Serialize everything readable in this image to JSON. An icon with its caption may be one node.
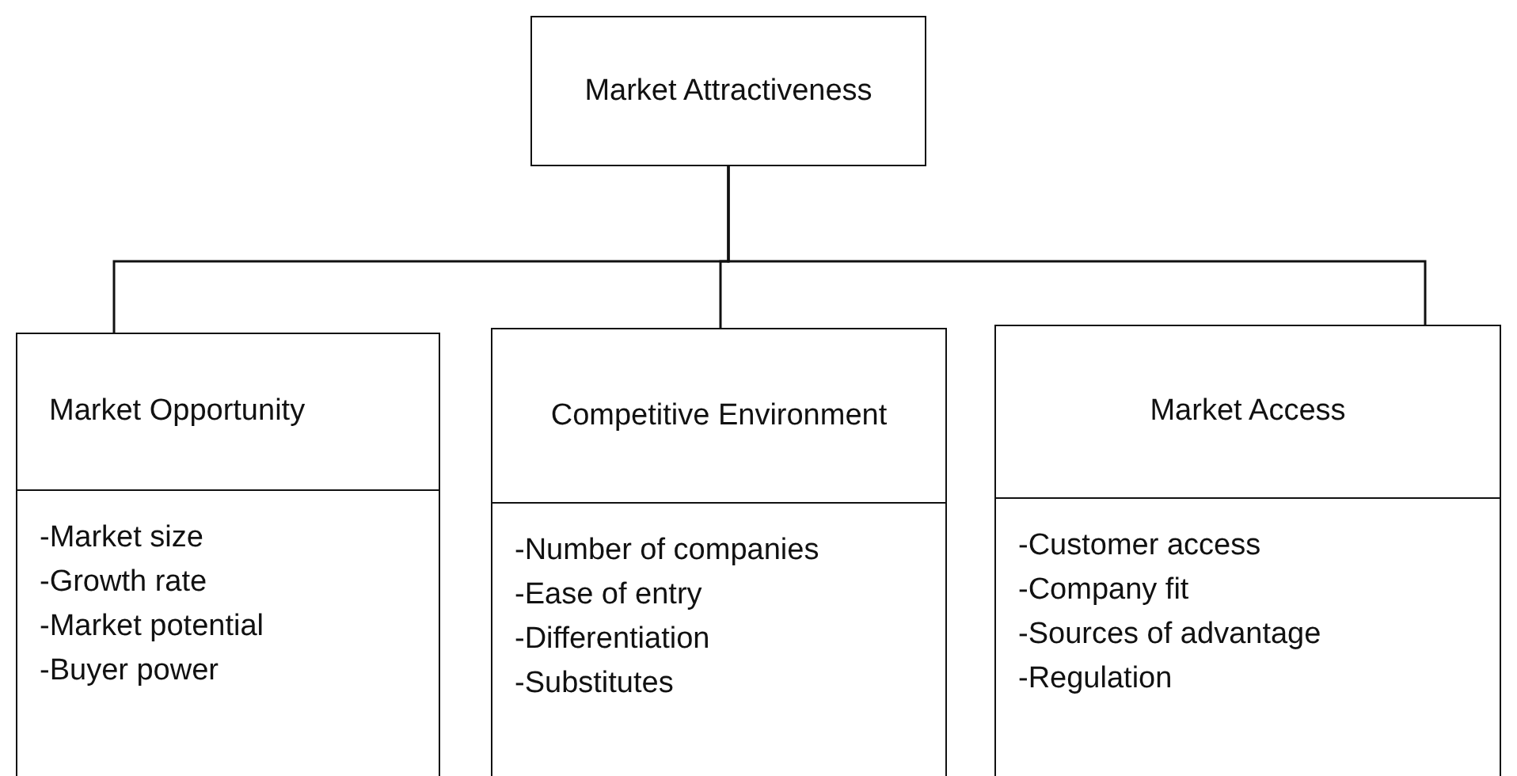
{
  "diagram": {
    "nodes": [
      {
        "text": [
          "Market Attractiveness"
        ]
      },
      {
        "text": [
          "Market Opportunity"
        ]
      },
      {
        "text": [
          "-Market size",
          "-Growth rate",
          "-Market potential",
          "-Buyer power"
        ]
      },
      {
        "text": [
          "Competitive Environment"
        ]
      },
      {
        "text": [
          "-Number of  companies",
          "-Ease of entry",
          "-Differentiation",
          "-Substitutes"
        ]
      },
      {
        "text": [
          "Market Access"
        ]
      },
      {
        "text": [
          "-Customer access",
          "-Company fit",
          "-Sources of advantage",
          "-Regulation"
        ]
      }
    ],
    "edges": [
      {
        "from": 0,
        "to": 1,
        "arrow": "none"
      },
      {
        "from": 0,
        "to": 3,
        "arrow": "none"
      },
      {
        "from": 0,
        "to": 5,
        "arrow": "none"
      }
    ]
  }
}
